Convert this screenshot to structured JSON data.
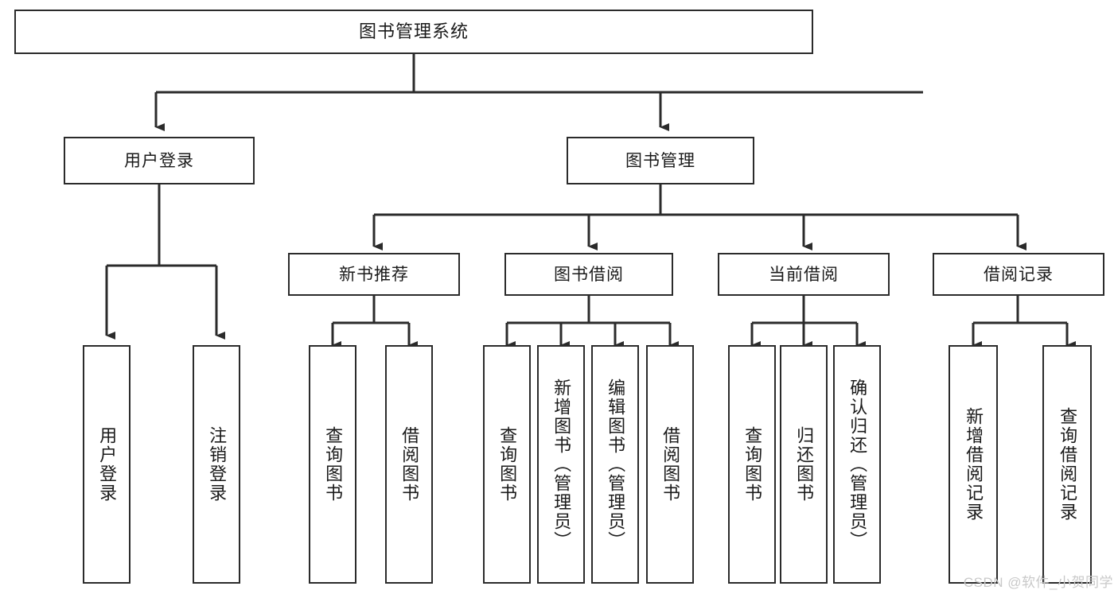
{
  "diagram": {
    "type": "tree-hierarchy",
    "title": "图书管理系统",
    "root": {
      "label": "图书管理系统"
    },
    "level2": [
      {
        "id": "user-login",
        "label": "用户登录"
      },
      {
        "id": "book-manage",
        "label": "图书管理"
      }
    ],
    "level3": [
      {
        "id": "new-book-recommend",
        "label": "新书推荐",
        "parent": "book-manage"
      },
      {
        "id": "book-borrow",
        "label": "图书借阅",
        "parent": "book-manage"
      },
      {
        "id": "current-borrow",
        "label": "当前借阅",
        "parent": "book-manage"
      },
      {
        "id": "borrow-record",
        "label": "借阅记录",
        "parent": "book-manage"
      }
    ],
    "leaves": [
      {
        "id": "leaf-user-login",
        "label": "用户登录",
        "parent": "user-login"
      },
      {
        "id": "leaf-logout",
        "label": "注销登录",
        "parent": "user-login"
      },
      {
        "id": "leaf-query-book-1",
        "label": "查询图书",
        "parent": "new-book-recommend"
      },
      {
        "id": "leaf-borrow-book-1",
        "label": "借阅图书",
        "parent": "new-book-recommend"
      },
      {
        "id": "leaf-query-book-2",
        "label": "查询图书",
        "parent": "book-borrow"
      },
      {
        "id": "leaf-add-book",
        "label": "新增图书（管理员）",
        "parent": "book-borrow"
      },
      {
        "id": "leaf-edit-book",
        "label": "编辑图书（管理员）",
        "parent": "book-borrow"
      },
      {
        "id": "leaf-borrow-book-2",
        "label": "借阅图书",
        "parent": "book-borrow"
      },
      {
        "id": "leaf-query-book-3",
        "label": "查询图书",
        "parent": "current-borrow"
      },
      {
        "id": "leaf-return-book",
        "label": "归还图书",
        "parent": "current-borrow"
      },
      {
        "id": "leaf-confirm-return",
        "label": "确认归还（管理员）",
        "parent": "current-borrow"
      },
      {
        "id": "leaf-add-record",
        "label": "新增借阅记录",
        "parent": "borrow-record"
      },
      {
        "id": "leaf-query-record",
        "label": "查询借阅记录",
        "parent": "borrow-record"
      }
    ],
    "watermark": "CSDN @软件_小贺同学",
    "colors": {
      "stroke": "#2b2b2b",
      "fill": "#ffffff",
      "text": "#1a1a1a",
      "watermark": "#c9c9c9"
    }
  }
}
